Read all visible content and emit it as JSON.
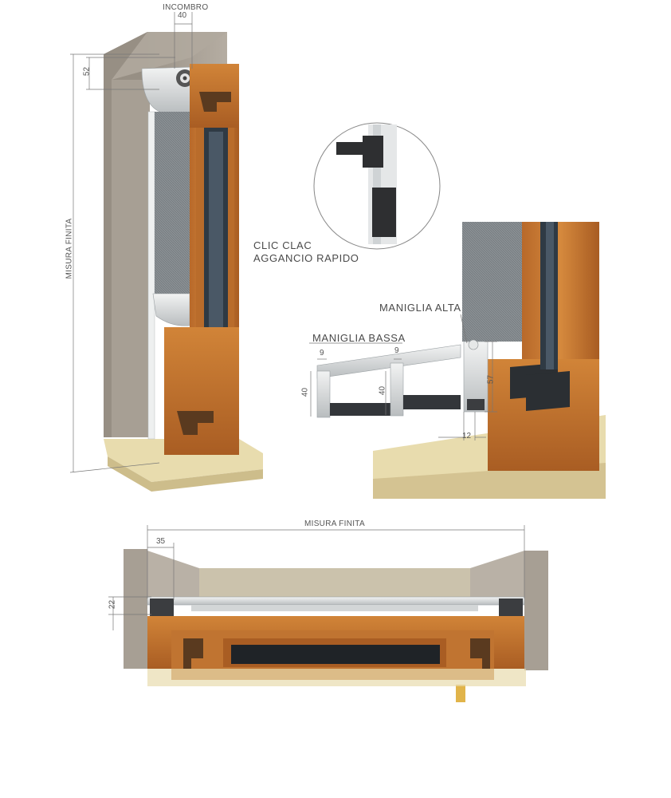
{
  "labels": {
    "incombro": "INCOMBRO",
    "misura_finita_vertical": "MISURA FINITA",
    "misura_finita_horizontal": "MISURA FINITA",
    "clic_clac": "CLIC CLAC",
    "aggancio_rapido": "AGGANCIO RAPIDO",
    "maniglia_alta": "MANIGLIA ALTA",
    "maniglia_bassa": "MANIGLIA BASSA"
  },
  "dimensions": {
    "incombro_width": "40",
    "top_box_height": "52",
    "bassa_width_1": "9",
    "bassa_height_1": "40",
    "bassa_width_2": "9",
    "bassa_height_2": "40",
    "alta_height": "57",
    "alta_width": "12",
    "section_side": "35",
    "section_height": "22"
  },
  "colors": {
    "wood": "#c9782f",
    "wood_dark": "#9c5520",
    "wall": "#a89f94",
    "floor": "#e6d7a6",
    "aluminium": "#d9dcdc",
    "mesh": "#7d8387",
    "glass": "#3a4550"
  }
}
